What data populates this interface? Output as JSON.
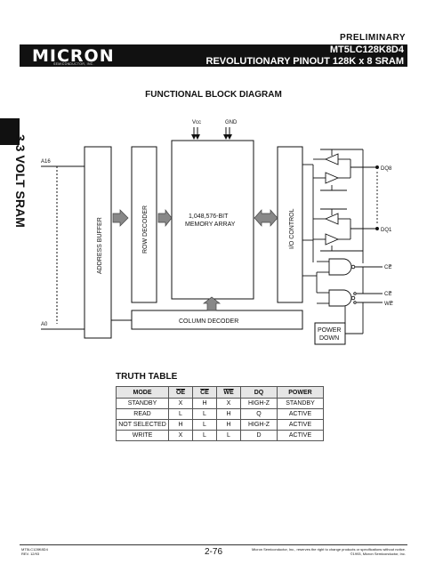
{
  "header": {
    "preliminary": "PRELIMINARY",
    "logo": "MICRON",
    "logo_sub": "SEMICONDUCTOR, INC.",
    "part_number": "MT5LC128K8D4",
    "subtitle": "REVOLUTIONARY PINOUT 128K x 8 SRAM"
  },
  "side_tab": {
    "label": "3.3 VOLT SRAM"
  },
  "diagram": {
    "title": "FUNCTIONAL BLOCK DIAGRAM",
    "vcc": "Vcc",
    "gnd": "GND",
    "a16": "A16",
    "a0": "A0",
    "address_buffer": "ADDRESS BUFFER",
    "row_decoder": "ROW DECODER",
    "memory_array_line1": "1,048,576-BIT",
    "memory_array_line2": "MEMORY ARRAY",
    "io_control": "I/O CONTROL",
    "column_decoder": "COLUMN DECODER",
    "dq8": "DQ8",
    "dq1": "DQ1",
    "ce_top": "CE",
    "ce": "CE",
    "we": "WE",
    "power_down_line1": "POWER",
    "power_down_line2": "DOWN"
  },
  "truth_table": {
    "title": "TRUTH TABLE",
    "headers": [
      "MODE",
      "OE",
      "CE",
      "WE",
      "DQ",
      "POWER"
    ],
    "rows": [
      [
        "STANDBY",
        "X",
        "H",
        "X",
        "HIGH-Z",
        "STANDBY"
      ],
      [
        "READ",
        "L",
        "L",
        "H",
        "Q",
        "ACTIVE"
      ],
      [
        "NOT SELECTED",
        "H",
        "L",
        "H",
        "HIGH-Z",
        "ACTIVE"
      ],
      [
        "WRITE",
        "X",
        "L",
        "L",
        "D",
        "ACTIVE"
      ]
    ]
  },
  "footer": {
    "left_line1": "MT5LC128K8D4",
    "left_line2": "REV. 12/93",
    "page": "2-76",
    "right_line1": "Micron Semiconductor, Inc., reserves the right to change products or specifications without notice.",
    "right_line2": "©1993, Micron Semiconductor, Inc."
  }
}
